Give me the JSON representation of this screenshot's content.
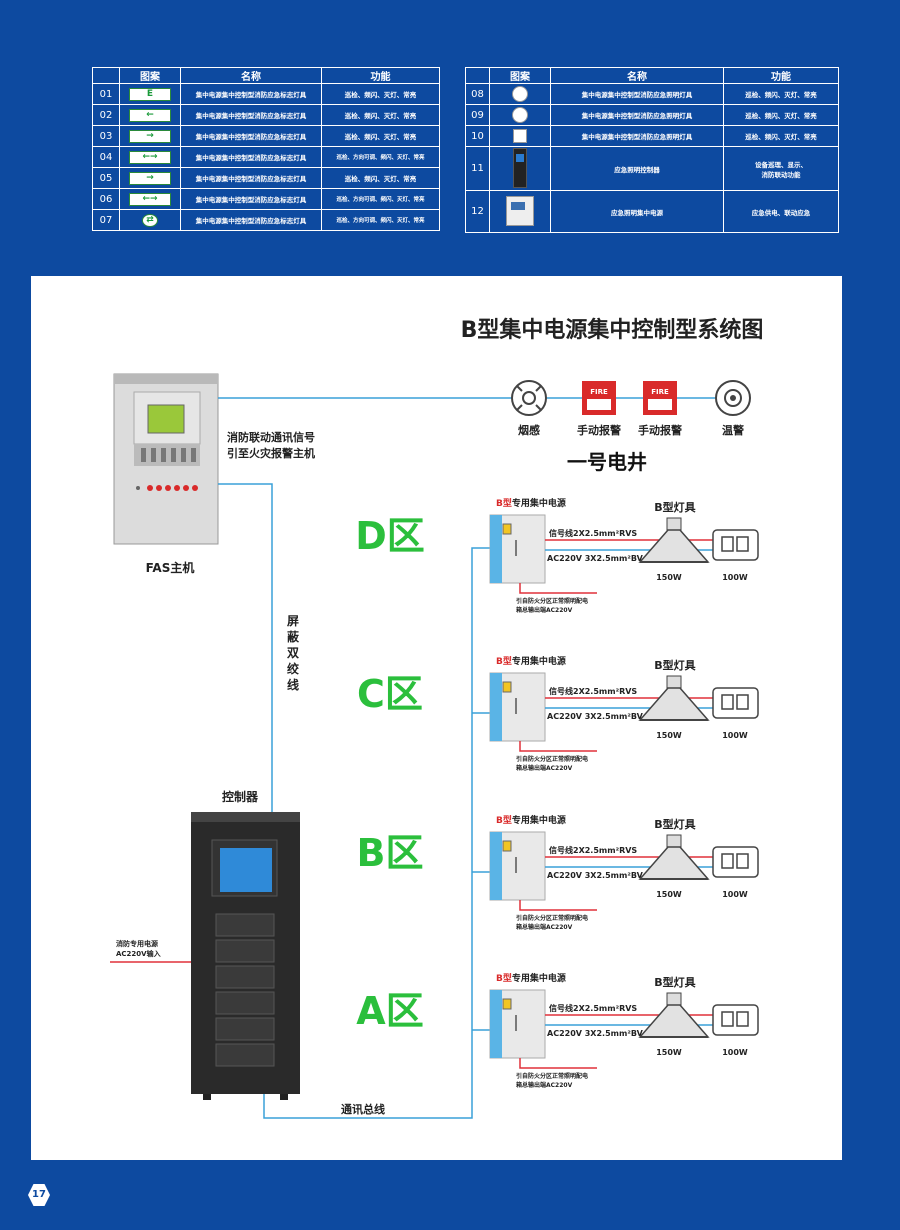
{
  "table_left": {
    "headers": [
      "图案",
      "名称",
      "功能"
    ],
    "rows": [
      {
        "no": "01",
        "icon": "exit-sign-icon",
        "symbol": "E",
        "name": "集中电源集中控制型消防应急标志灯具",
        "func": "巡检、频闪、灭灯、常亮"
      },
      {
        "no": "02",
        "icon": "arrow-left-sign-icon",
        "symbol": "←",
        "name": "集中电源集中控制型消防应急标志灯具",
        "func": "巡检、频闪、灭灯、常亮"
      },
      {
        "no": "03",
        "icon": "arrow-right-sign-icon",
        "symbol": "→",
        "name": "集中电源集中控制型消防应急标志灯具",
        "func": "巡检、频闪、灭灯、常亮"
      },
      {
        "no": "04",
        "icon": "bidirectional-sign-icon",
        "symbol": "←→",
        "name": "集中电源集中控制型消防应急标志灯具",
        "func": "巡检、方向可调、频闪、灭灯、常亮"
      },
      {
        "no": "05",
        "icon": "arrow-right-sign-icon",
        "symbol": "→",
        "name": "集中电源集中控制型消防应急标志灯具",
        "func": "巡检、频闪、灭灯、常亮"
      },
      {
        "no": "06",
        "icon": "bidirectional-sign-icon",
        "symbol": "←→",
        "name": "集中电源集中控制型消防应急标志灯具",
        "func": "巡检、方向可调、频闪、灭灯、常亮"
      },
      {
        "no": "07",
        "icon": "round-direction-sign-icon",
        "symbol": "⇄",
        "name": "集中电源集中控制型消防应急标志灯具",
        "func": "巡检、方向可调、频闪、灭灯、常亮"
      }
    ]
  },
  "table_right": {
    "headers": [
      "图案",
      "名称",
      "功能"
    ],
    "rows": [
      {
        "no": "08",
        "icon": "round-light-icon",
        "name": "集中电源集中控制型消防应急照明灯具",
        "func": "巡检、频闪、灭灯、常亮"
      },
      {
        "no": "09",
        "icon": "round-light-icon",
        "name": "集中电源集中控制型消防应急照明灯具",
        "func": "巡检、频闪、灭灯、常亮"
      },
      {
        "no": "10",
        "icon": "square-light-icon",
        "name": "集中电源集中控制型消防应急照明灯具",
        "func": "巡检、频闪、灭灯、常亮"
      },
      {
        "no": "11",
        "icon": "controller-icon",
        "name": "应急照明控制器",
        "func": "设备巡理、显示、",
        "func2": "消防联动功能"
      },
      {
        "no": "12",
        "icon": "power-box-icon",
        "name": "应急照明集中电源",
        "func": "应急供电、联动应急"
      }
    ]
  },
  "diagram": {
    "title": "B型集中电源集中控制型系统图",
    "fas_label": "FAS主机",
    "fas_signal_1": "消防联动通讯信号",
    "fas_signal_2": "引至火灾报警主机",
    "shaft_label": "一号电井",
    "devices": [
      {
        "icon": "smoke-detector-icon",
        "label": "烟感"
      },
      {
        "icon": "manual-alarm-icon",
        "label": "手动报警",
        "text": "FIRE"
      },
      {
        "icon": "manual-alarm-icon",
        "label": "手动报警",
        "text": "FIRE"
      },
      {
        "icon": "heat-detector-icon",
        "label": "温警"
      }
    ],
    "twisted_pair": [
      "屏",
      "蔽",
      "双",
      "绞",
      "线"
    ],
    "controller_label": "控制器",
    "power_in_1": "消防专用电源",
    "power_in_2": "AC220V输入",
    "bus_label": "通讯总线",
    "zones": [
      {
        "zone": "D区",
        "ps_prefix": "B型",
        "ps_label": "专用集中电源",
        "lamp_label": "B型灯具",
        "signal_line": "信号线2X2.5mm²RVS",
        "power_line": "AC220V 3X2.5mm²BV",
        "watt_lamp": "150W",
        "watt_sign": "100W",
        "note_1": "引自防火分区正常照明配电",
        "note_2": "箱总输出端AC220V"
      },
      {
        "zone": "C区",
        "ps_prefix": "B型",
        "ps_label": "专用集中电源",
        "lamp_label": "B型灯具",
        "signal_line": "信号线2X2.5mm²RVS",
        "power_line": "AC220V 3X2.5mm²BV",
        "watt_lamp": "150W",
        "watt_sign": "100W",
        "note_1": "引自防火分区正常照明配电",
        "note_2": "箱总输出端AC220V"
      },
      {
        "zone": "B区",
        "ps_prefix": "B型",
        "ps_label": "专用集中电源",
        "lamp_label": "B型灯具",
        "signal_line": "信号线2X2.5mm²RVS",
        "power_line": "AC220V 3X2.5mm²BV",
        "watt_lamp": "150W",
        "watt_sign": "100W",
        "note_1": "引自防火分区正常照明配电",
        "note_2": "箱总输出端AC220V"
      },
      {
        "zone": "A区",
        "ps_prefix": "B型",
        "ps_label": "专用集中电源",
        "lamp_label": "B型灯具",
        "signal_line": "信号线2X2.5mm²RVS",
        "power_line": "AC220V 3X2.5mm²BV",
        "watt_lamp": "150W",
        "watt_sign": "100W",
        "note_1": "引自防火分区正常照明配电",
        "note_2": "箱总输出端AC220V"
      }
    ]
  },
  "colors": {
    "bg": "#0d4aa0",
    "zone_green": "#2bbf3c",
    "wire_blue": "#3aa0d8",
    "wire_red": "#e0303a",
    "alarm_red": "#d92a2a"
  },
  "page_number": "17"
}
